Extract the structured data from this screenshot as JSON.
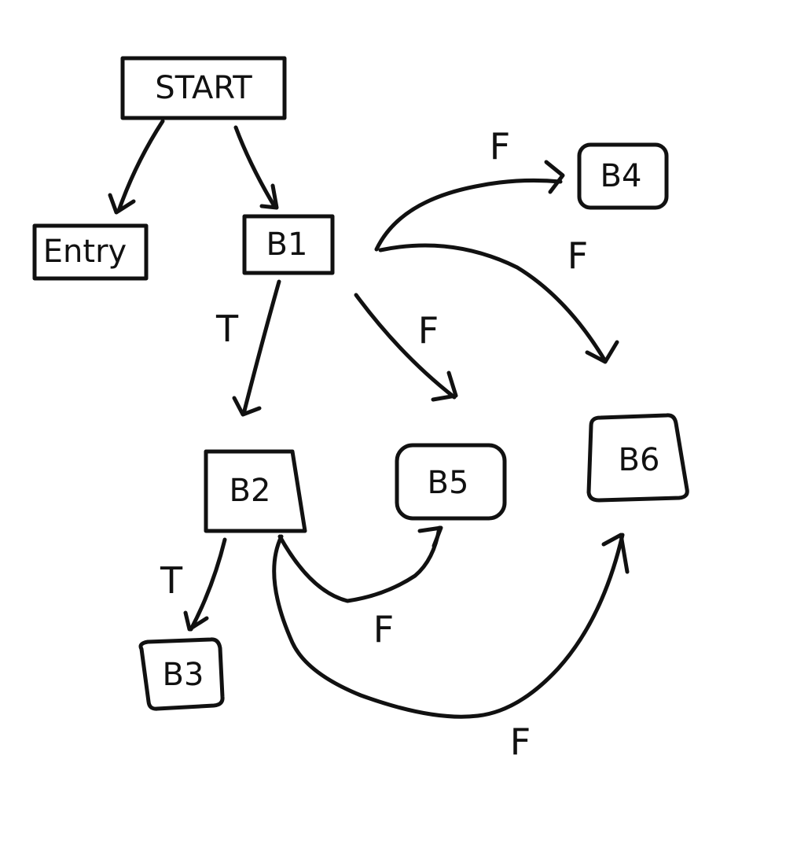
{
  "diagram": {
    "nodes": {
      "start": "START",
      "entry": "Entry",
      "b1": "B1",
      "b2": "B2",
      "b3": "B3",
      "b4": "B4",
      "b5": "B5",
      "b6": "B6"
    },
    "edges": [
      {
        "from": "START",
        "to": "Entry",
        "label": ""
      },
      {
        "from": "START",
        "to": "B1",
        "label": ""
      },
      {
        "from": "B1",
        "to": "B2",
        "label": "T"
      },
      {
        "from": "B1",
        "to": "B5",
        "label": "F"
      },
      {
        "from": "B1",
        "to": "B4",
        "label": "F"
      },
      {
        "from": "B1",
        "to": "B6",
        "label": "F"
      },
      {
        "from": "B2",
        "to": "B3",
        "label": "T"
      },
      {
        "from": "B2",
        "to": "B5",
        "label": "F"
      },
      {
        "from": "B2",
        "to": "B6",
        "label": "F"
      }
    ]
  }
}
